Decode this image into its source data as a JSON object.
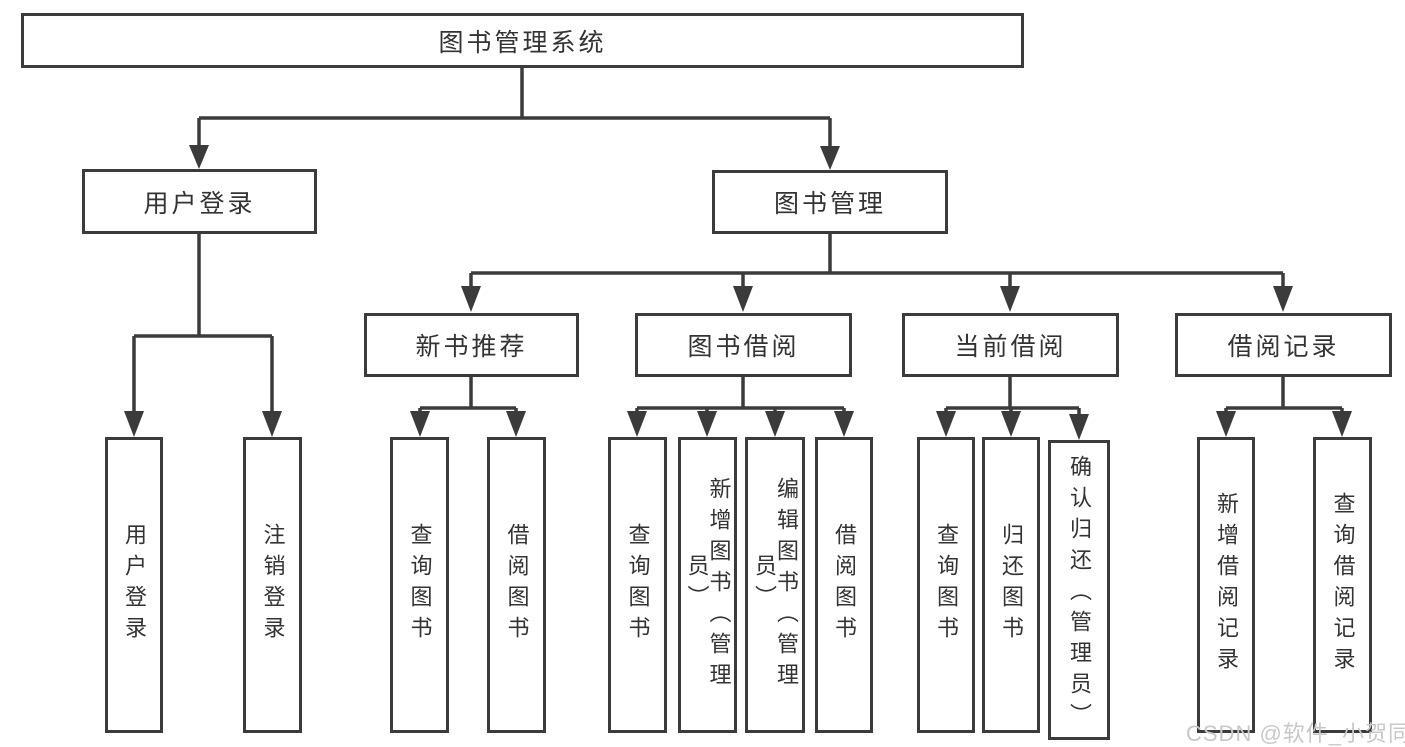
{
  "tree": {
    "root": {
      "label": "图书管理系统"
    },
    "branches": [
      {
        "label": "用户登录",
        "children": [
          {
            "label": "用户登录"
          },
          {
            "label": "注销登录"
          }
        ]
      },
      {
        "label": "图书管理",
        "children": [
          {
            "label": "新书推荐",
            "children": [
              {
                "label": "查询图书"
              },
              {
                "label": "借阅图书"
              }
            ]
          },
          {
            "label": "图书借阅",
            "children": [
              {
                "label": "查询图书"
              },
              {
                "label": "新增图书（管理员）"
              },
              {
                "label": "编辑图书（管理员）"
              },
              {
                "label": "借阅图书"
              }
            ]
          },
          {
            "label": "当前借阅",
            "children": [
              {
                "label": "查询图书"
              },
              {
                "label": "归还图书"
              },
              {
                "label": "确认归还（管理员）"
              }
            ]
          },
          {
            "label": "借阅记录",
            "children": [
              {
                "label": "新增借阅记录"
              },
              {
                "label": "查询借阅记录"
              }
            ]
          }
        ]
      }
    ]
  },
  "watermark": {
    "text": "CSDN @软件_小贺同学",
    "color": "#c8c8c8"
  },
  "colors": {
    "line": "#3b3b3b",
    "text": "#333333",
    "background": "#ffffff"
  }
}
